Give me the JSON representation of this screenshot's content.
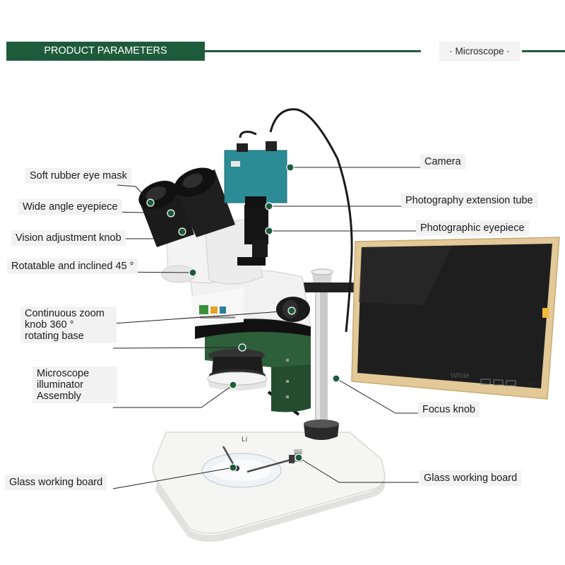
{
  "header": {
    "title": "PRODUCT PARAMETERS",
    "tag": "· Microscope ·"
  },
  "colors": {
    "brand_green": "#1e5b3a",
    "monitor_frame": "#e3c898",
    "screen": "#1e1e1e"
  },
  "labels": {
    "left": {
      "eye_mask": "Soft rubber eye mask",
      "eyepiece": "Wide angle eyepiece",
      "vision_knob": "Vision adjustment knob",
      "rotatable": "Rotatable and inclined 45 °",
      "zoom_line1": "Continuous zoom",
      "zoom_line2": "knob 360 °",
      "zoom_line3": "rotating base",
      "illum_line1": "Microscope",
      "illum_line2": "illuminator",
      "illum_line3": "Assembly",
      "glass_board": "Glass working board"
    },
    "right": {
      "camera": "Camera",
      "extension_tube": "Photography extension tube",
      "photo_eyepiece": "Photographic eyepiece",
      "focus_knob": "Focus knob",
      "glass_board": "Glass working board"
    },
    "small": {
      "monitor_color": "White",
      "board_mark": "Li"
    }
  }
}
